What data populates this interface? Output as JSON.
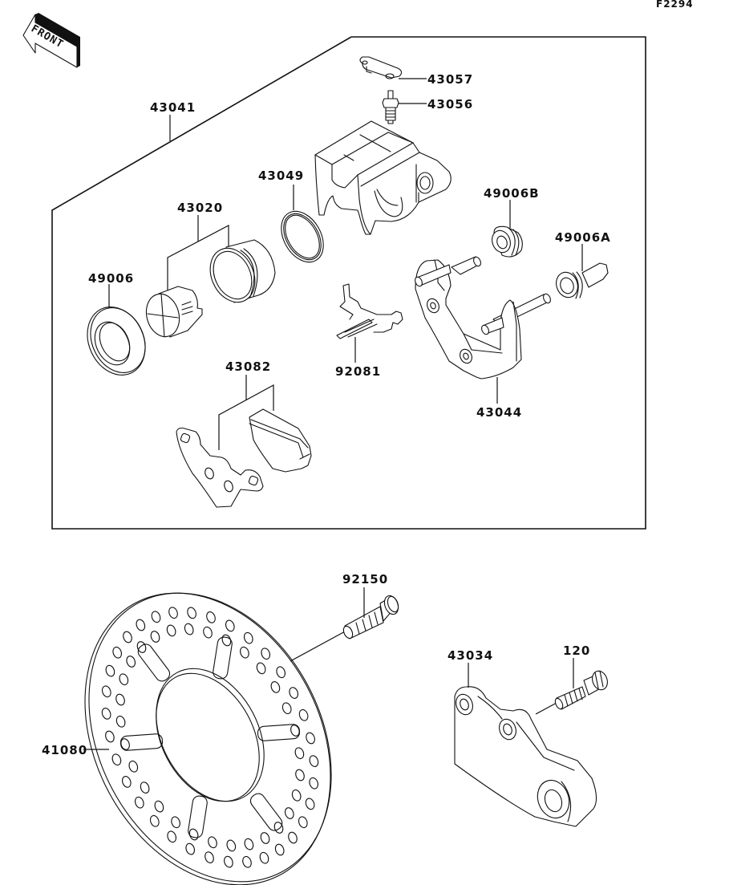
{
  "figure_id": "F2294",
  "front_label": "FRONT",
  "kit_box": {
    "part_number": "43041"
  },
  "callouts": {
    "p43057": "43057",
    "p43056": "43056",
    "p43041": "43041",
    "p43049": "43049",
    "p43020": "43020",
    "p49006B": "49006B",
    "p49006A": "49006A",
    "p49006": "49006",
    "p92081": "92081",
    "p43044": "43044",
    "p43082": "43082",
    "p92150": "92150",
    "p43034": "43034",
    "p120": "120",
    "p41080": "41080"
  },
  "parts": [
    {
      "number": "43057",
      "depicts": "bleeder-cap-plate"
    },
    {
      "number": "43056",
      "depicts": "bleeder-valve"
    },
    {
      "number": "43041",
      "depicts": "caliper-assembly-kit"
    },
    {
      "number": "43049",
      "depicts": "piston-seal-ring"
    },
    {
      "number": "43020",
      "depicts": "piston-set"
    },
    {
      "number": "49006B",
      "depicts": "boot"
    },
    {
      "number": "49006A",
      "depicts": "pin-boot"
    },
    {
      "number": "49006",
      "depicts": "dust-seal"
    },
    {
      "number": "92081",
      "depicts": "pad-spring"
    },
    {
      "number": "43044",
      "depicts": "caliper-bracket"
    },
    {
      "number": "43082",
      "depicts": "brake-pad-set"
    },
    {
      "number": "92150",
      "depicts": "disc-bolt"
    },
    {
      "number": "43034",
      "depicts": "caliper-holder"
    },
    {
      "number": "120",
      "depicts": "holder-bolt"
    },
    {
      "number": "41080",
      "depicts": "brake-disc"
    }
  ]
}
